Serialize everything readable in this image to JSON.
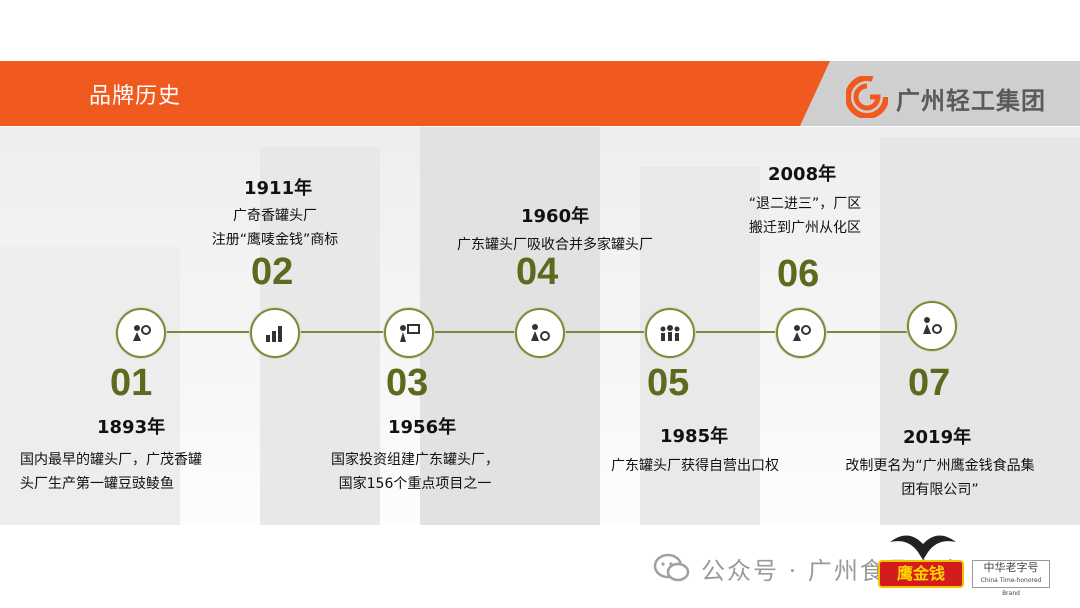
{
  "header": {
    "title": "品牌历史",
    "brand_name": "广州轻工集团",
    "accent_color": "#f15a1f"
  },
  "timeline": {
    "line_color": "#7a8a3a",
    "items": [
      {
        "num": "01",
        "year": "1893年",
        "desc": [
          "国内最早的罐头厂，广茂香罐",
          "头厂生产第一罐豆豉鲮鱼"
        ],
        "icon": "person-gear-icon"
      },
      {
        "num": "02",
        "year": "1911年",
        "desc": [
          "广奇香罐头厂",
          "注册“鹰唛金钱”商标"
        ],
        "icon": "bar-chart-icon"
      },
      {
        "num": "03",
        "year": "1956年",
        "desc": [
          "国家投资组建广东罐头厂，",
          "国家156个重点项目之一"
        ],
        "icon": "presentation-icon"
      },
      {
        "num": "04",
        "year": "1960年",
        "desc": [
          "广东罐头厂吸收合并多家罐头厂"
        ],
        "icon": "person-cogs-icon"
      },
      {
        "num": "05",
        "year": "1985年",
        "desc": [
          "广东罐头厂获得自营出口权"
        ],
        "icon": "team-icon"
      },
      {
        "num": "06",
        "year": "2008年",
        "desc": [
          "“退二进三”，厂区",
          "搬迁到广州从化区"
        ],
        "icon": "person-gear-icon"
      },
      {
        "num": "07",
        "year": "2019年",
        "desc": [
          "改制更名为“广州鹰金钱食品集",
          "团有限公司”"
        ],
        "icon": "person-cogs-icon"
      }
    ]
  },
  "footer": {
    "watermark": "公众号 · 广州食品商会",
    "logo_badge": "鹰金钱",
    "logo_honor": "中华老字号",
    "logo_honor_en": "China Time-honored Brand"
  }
}
